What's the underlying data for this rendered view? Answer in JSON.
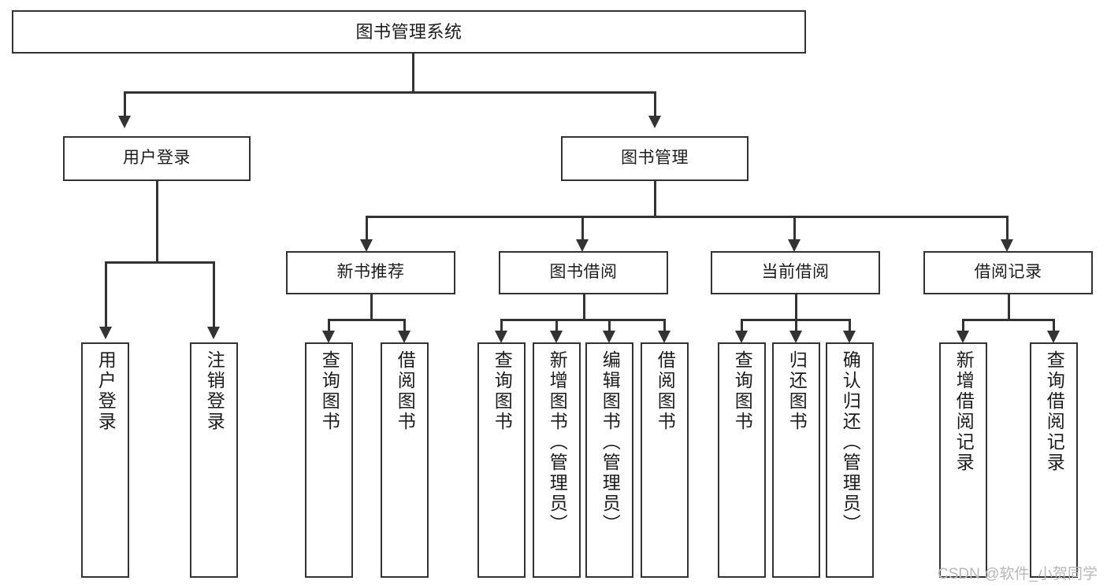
{
  "diagram": {
    "type": "tree-hierarchy-chart",
    "title": "图书管理系统",
    "root": {
      "label": "图书管理系统"
    },
    "level2": [
      {
        "id": "user-login",
        "label": "用户登录"
      },
      {
        "id": "book-manage",
        "label": "图书管理"
      }
    ],
    "level3": [
      {
        "id": "new-book-recommend",
        "label": "新书推荐",
        "parent": "book-manage"
      },
      {
        "id": "book-borrow",
        "label": "图书借阅",
        "parent": "book-manage"
      },
      {
        "id": "current-borrow",
        "label": "当前借阅",
        "parent": "book-manage"
      },
      {
        "id": "borrow-record",
        "label": "借阅记录",
        "parent": "book-manage"
      }
    ],
    "leaves": [
      {
        "id": "leaf-user-login",
        "label": "用户登录",
        "parent": "user-login"
      },
      {
        "id": "leaf-user-logout",
        "label": "注销登录",
        "parent": "user-login"
      },
      {
        "id": "leaf-query-book-1",
        "label": "查询图书",
        "parent": "new-book-recommend"
      },
      {
        "id": "leaf-borrow-book-1",
        "label": "借阅图书",
        "parent": "new-book-recommend"
      },
      {
        "id": "leaf-query-book-2",
        "label": "查询图书",
        "parent": "book-borrow"
      },
      {
        "id": "leaf-add-book",
        "label": "新增图书（管理员）",
        "parent": "book-borrow"
      },
      {
        "id": "leaf-edit-book",
        "label": "编辑图书（管理员）",
        "parent": "book-borrow"
      },
      {
        "id": "leaf-borrow-book-2",
        "label": "借阅图书",
        "parent": "book-borrow"
      },
      {
        "id": "leaf-query-book-3",
        "label": "查询图书",
        "parent": "current-borrow"
      },
      {
        "id": "leaf-return-book",
        "label": "归还图书",
        "parent": "current-borrow"
      },
      {
        "id": "leaf-confirm-return",
        "label": "确认归还（管理员）",
        "parent": "current-borrow"
      },
      {
        "id": "leaf-add-record",
        "label": "新增借阅记录",
        "parent": "borrow-record"
      },
      {
        "id": "leaf-query-record",
        "label": "查询借阅记录",
        "parent": "borrow-record"
      }
    ],
    "colors": {
      "box_border": "#333333",
      "box_fill": "#ffffff",
      "connector": "#333333",
      "text": "#1c1c1c",
      "watermark": "#b8b8b8",
      "background": "#ffffff"
    }
  },
  "watermark": {
    "text": "CSDN @软件_小贺同学"
  }
}
